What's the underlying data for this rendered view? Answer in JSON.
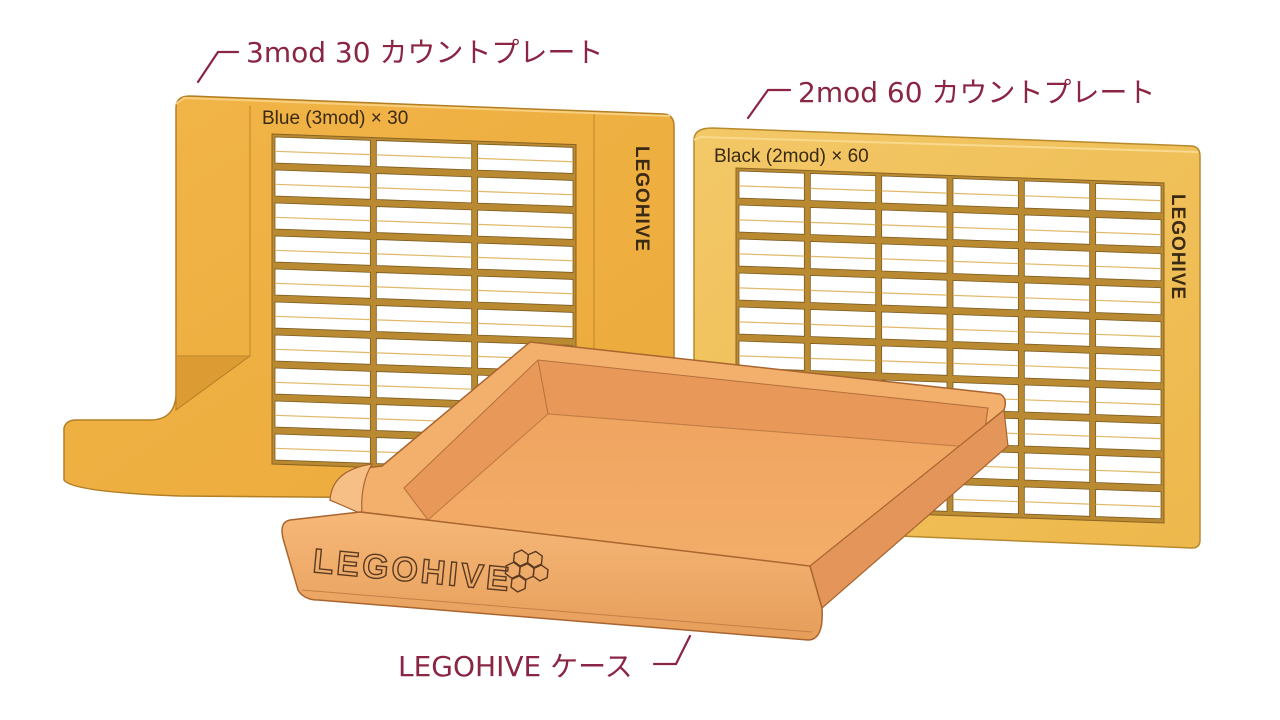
{
  "callouts": {
    "plate_3mod": "3mod 30 カウントプレート",
    "plate_2mod": "2mod 60 カウントプレート",
    "case": "LEGOHIVE ケース"
  },
  "plate_3mod": {
    "title": "Blue (3mod) × 30",
    "brand": "LEGOHIVE",
    "columns": 3,
    "rows": 10,
    "color": "#f0b445"
  },
  "plate_2mod": {
    "title": "Black (2mod) × 60",
    "brand": "LEGOHIVE",
    "columns": 6,
    "rows": 10,
    "color": "#f2c25c"
  },
  "case": {
    "brand": "LEGOHIVE",
    "color": "#f0a965",
    "logo_icon": "honeycomb-icon"
  },
  "colors": {
    "callout": "#8a2544"
  }
}
